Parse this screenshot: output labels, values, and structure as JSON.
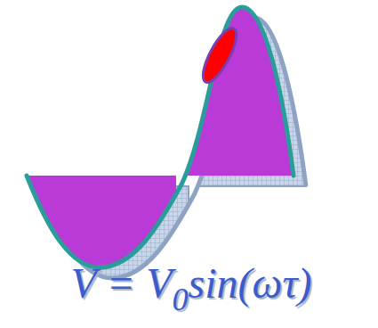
{
  "diagram": {
    "labels": [
      "V = V",
      "0",
      "sin(ωτ)"
    ]
  }
}
